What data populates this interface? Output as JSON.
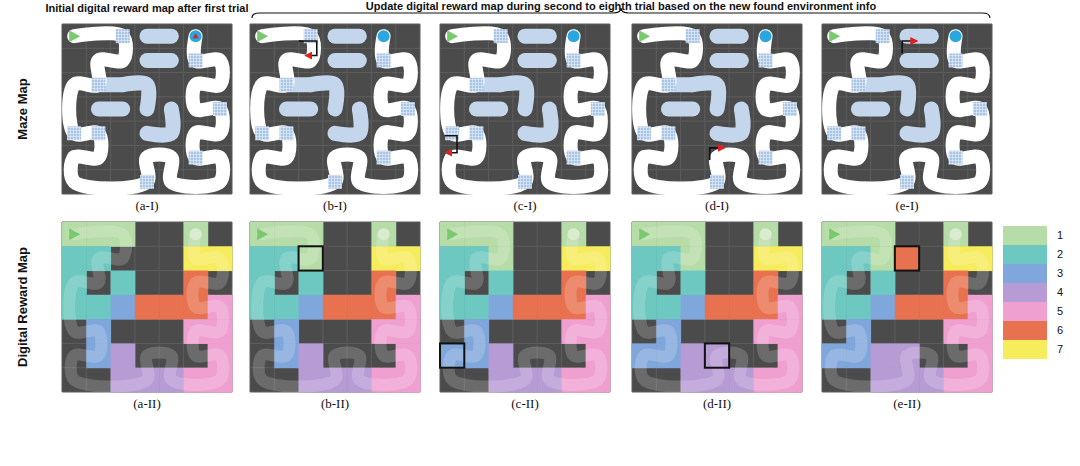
{
  "diagram": {
    "labels": [
      "Initial digital reward map after first trial",
      "Update digital reward map during second to eighth trial based on the new found environment info",
      "Maze Map",
      "Digital Reward Map",
      "(a-I)",
      "(b-I)",
      "(c-I)",
      "(d-I)",
      "(e-I)",
      "(a-II)",
      "(b-II)",
      "(c-II)",
      "(d-II)",
      "(e-II)"
    ],
    "legend": [
      {
        "text": "1",
        "color": "#b6dca7"
      },
      {
        "text": "2",
        "color": "#6cc8c0"
      },
      {
        "text": "3",
        "color": "#80a7dc"
      },
      {
        "text": "4",
        "color": "#b79bd5"
      },
      {
        "text": "5",
        "color": "#efa0d0"
      },
      {
        "text": "6",
        "color": "#e8724f"
      },
      {
        "text": "7",
        "color": "#f6ec5c"
      }
    ]
  }
}
